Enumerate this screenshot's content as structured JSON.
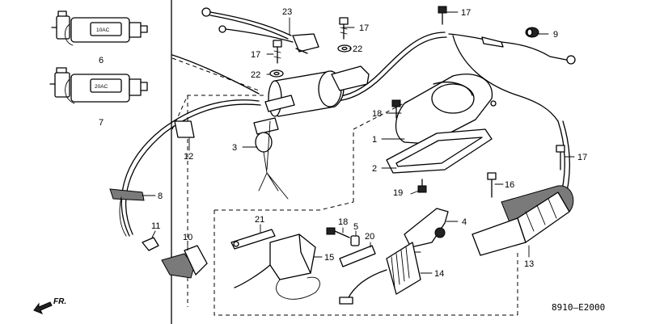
{
  "diagram": {
    "code": "8910—E2000",
    "direction_label": "FR.",
    "coil_labels": {
      "coil_6": "10AC",
      "coil_7": "20AC"
    },
    "callouts": [
      {
        "id": "c1",
        "text": "1"
      },
      {
        "id": "c2",
        "text": "2"
      },
      {
        "id": "c3",
        "text": "3"
      },
      {
        "id": "c4",
        "text": "4"
      },
      {
        "id": "c5",
        "text": "5"
      },
      {
        "id": "c6",
        "text": "6"
      },
      {
        "id": "c7",
        "text": "7"
      },
      {
        "id": "c8",
        "text": "8"
      },
      {
        "id": "c9",
        "text": "9"
      },
      {
        "id": "c10",
        "text": "10"
      },
      {
        "id": "c11",
        "text": "11"
      },
      {
        "id": "c12",
        "text": "12"
      },
      {
        "id": "c13",
        "text": "13"
      },
      {
        "id": "c14",
        "text": "14"
      },
      {
        "id": "c15",
        "text": "15"
      },
      {
        "id": "c16",
        "text": "16"
      },
      {
        "id": "c17a",
        "text": "17"
      },
      {
        "id": "c17b",
        "text": "17"
      },
      {
        "id": "c17c",
        "text": "17"
      },
      {
        "id": "c17d",
        "text": "17"
      },
      {
        "id": "c18a",
        "text": "18"
      },
      {
        "id": "c18b",
        "text": "18"
      },
      {
        "id": "c19",
        "text": "19"
      },
      {
        "id": "c20",
        "text": "20"
      },
      {
        "id": "c21",
        "text": "21"
      },
      {
        "id": "c22a",
        "text": "22"
      },
      {
        "id": "c22b",
        "text": "22"
      },
      {
        "id": "c23",
        "text": "23"
      }
    ]
  }
}
